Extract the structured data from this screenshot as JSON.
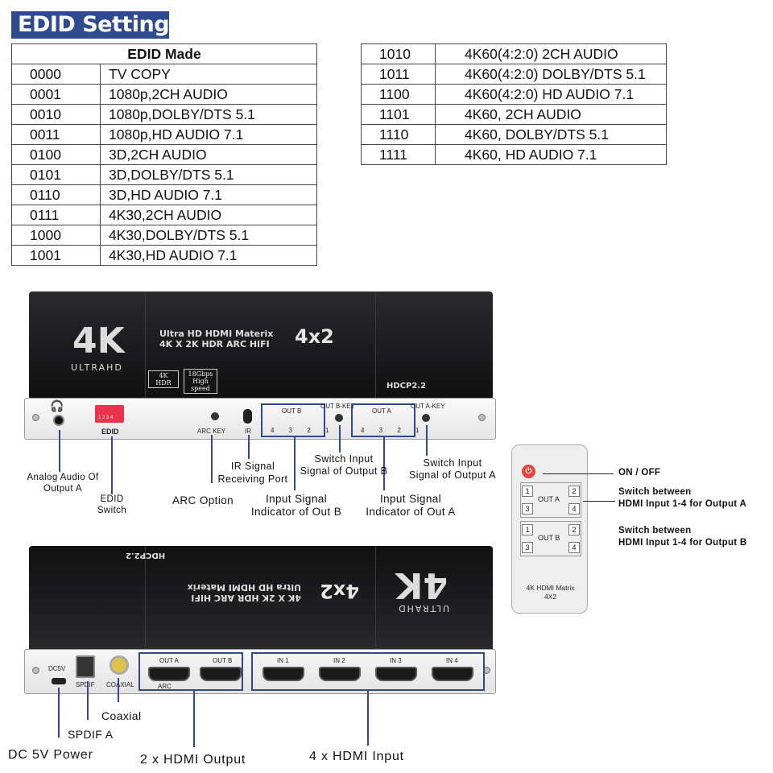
{
  "banner": {
    "title": "EDID Setting:"
  },
  "edid_table": {
    "header": "EDID Made",
    "left_rows": [
      {
        "code": "0000",
        "desc": "TV COPY"
      },
      {
        "code": "0001",
        "desc": "1080p,2CH AUDIO"
      },
      {
        "code": "0010",
        "desc": "1080p,DOLBY/DTS 5.1"
      },
      {
        "code": "0011",
        "desc": "1080p,HD AUDIO 7.1"
      },
      {
        "code": "0100",
        "desc": "3D,2CH AUDIO"
      },
      {
        "code": "0101",
        "desc": "3D,DOLBY/DTS 5.1"
      },
      {
        "code": "0110",
        "desc": "3D,HD AUDIO 7.1"
      },
      {
        "code": "0111",
        "desc": "4K30,2CH AUDIO"
      },
      {
        "code": "1000",
        "desc": "4K30,DOLBY/DTS 5.1"
      },
      {
        "code": "1001",
        "desc": "4K30,HD AUDIO 7.1"
      }
    ],
    "right_rows": [
      {
        "code": "1010",
        "desc": "4K60(4:2:0) 2CH AUDIO"
      },
      {
        "code": "1011",
        "desc": "4K60(4:2:0) DOLBY/DTS 5.1"
      },
      {
        "code": "1100",
        "desc": "4K60(4:2:0) HD AUDIO 7.1"
      },
      {
        "code": "1101",
        "desc": "4K60, 2CH AUDIO"
      },
      {
        "code": "1110",
        "desc": "4K60, DOLBY/DTS 5.1"
      },
      {
        "code": "1111",
        "desc": "4K60, HD AUDIO  7.1"
      }
    ]
  },
  "device": {
    "logo": "4K",
    "logo_sub": "ULTRAHD",
    "title_line1": "Ultra HD HDMI Materix",
    "title_line2": "4K X 2K HDR ARC HIFI",
    "model": "4x2",
    "badge_4k": "4K HDR",
    "badge_speed": "18Gbps High speed",
    "hdcp": "HDCP2.2"
  },
  "front_panel": {
    "edid_label": "EDID",
    "arc_key": "ARC KEY",
    "ir": "IR",
    "out_b": "OUT B",
    "out_a": "OUT A",
    "out_b_key": "OUT B-KEY",
    "out_a_key": "OUT A-KEY",
    "led_numbers": "4 3 2 1",
    "dip_numbers": "1 2 3 4"
  },
  "front_callouts": {
    "analog_audio": "Analog Audio Of\nOutput A",
    "edid_switch": "EDID\nSwitch",
    "arc_option": "ARC Option",
    "ir_signal": "IR Signal\nReceiving Port",
    "switch_b": "Switch Input\nSignal of Output B",
    "switch_a": "Switch Input\nSignal of Output A",
    "indicator_b": "Input Signal\nIndicator of Out B",
    "indicator_a": "Input Signal\nIndicator of Out A"
  },
  "back_panel": {
    "dc": "DC5V",
    "spdif": "SPDIF",
    "coaxial": "COAXIAL",
    "out_a": "OUT A",
    "out_b": "OUT B",
    "arc": "ARC",
    "in1": "IN 1",
    "in2": "IN 2",
    "in3": "IN 3",
    "in4": "IN 4"
  },
  "back_callouts": {
    "coaxial": "Coaxial",
    "spdif_a": "SPDIF A",
    "dc_power": "DC 5V Power",
    "hdmi_output": "2 x HDMI Output",
    "hdmi_input": "4 x HDMI Input"
  },
  "remote": {
    "power_symbol": "⏻",
    "group_a": "OUT A",
    "group_b": "OUT B",
    "keys": [
      "1",
      "2",
      "3",
      "4"
    ],
    "footer": "4K HDMI Matrix\n4X2",
    "on_off": "ON / OFF",
    "desc_a": "Switch between\nHDMI Input 1-4 for Output A",
    "desc_b": "Switch between\nHDMI Input 1-4 for Output B"
  },
  "colors": {
    "accent_blue": "#2e4a8c",
    "banner_blue": "#2f4a8f",
    "dip_red": "#e8334a",
    "power_red": "#e6463b"
  }
}
